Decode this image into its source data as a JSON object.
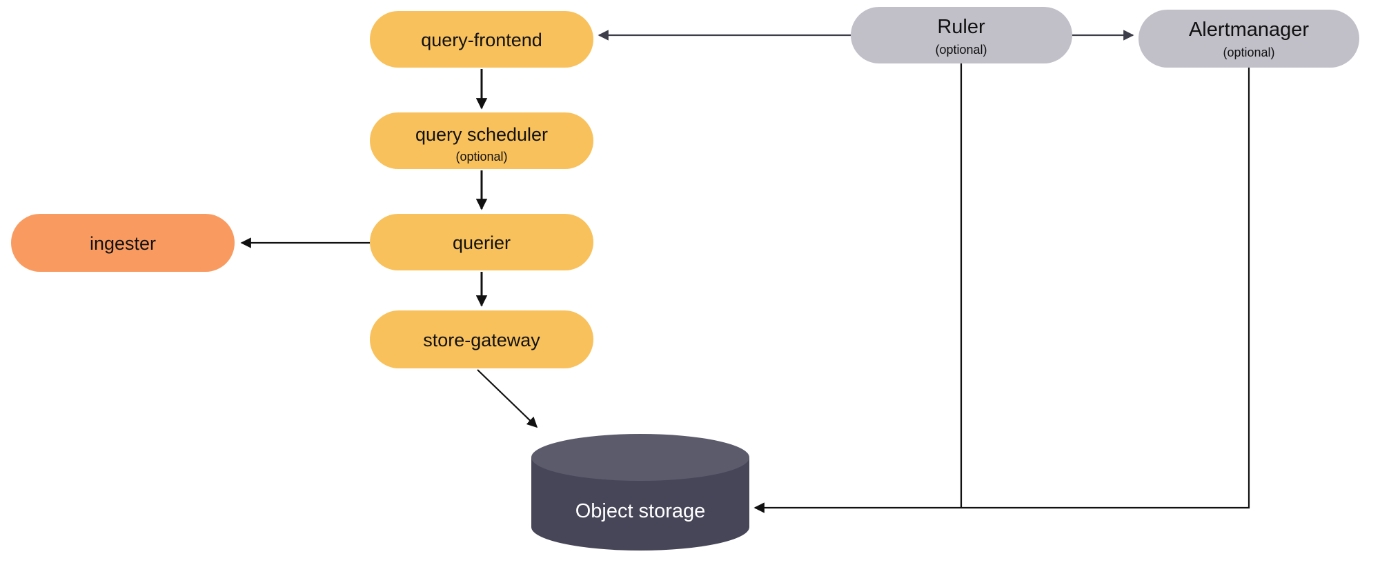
{
  "diagram": {
    "type": "architecture-flow",
    "background": "#FFFFFF",
    "colors": {
      "component_fill": "#F8C15C",
      "ingester_fill": "#F99B60",
      "optional_fill": "#C1C0C9",
      "storage_body_fill": "#474659",
      "storage_top_fill": "#5C5B6C",
      "edge_color": "#111111",
      "edge_muted_color": "#3E3D4A",
      "label_color": "#111111",
      "storage_label_color": "#FFFFFF"
    },
    "nodes": {
      "query_frontend": {
        "label": "query-frontend"
      },
      "query_scheduler": {
        "label": "query scheduler",
        "sublabel": "(optional)"
      },
      "querier": {
        "label": "querier"
      },
      "store_gateway": {
        "label": "store-gateway"
      },
      "ingester": {
        "label": "ingester"
      },
      "ruler": {
        "label": "Ruler",
        "sublabel": "(optional)"
      },
      "alertmanager": {
        "label": "Alertmanager",
        "sublabel": "(optional)"
      },
      "object_storage": {
        "label": "Object storage"
      }
    },
    "edges": [
      {
        "from": "ruler",
        "to": "query-frontend",
        "arrow": true
      },
      {
        "from": "ruler",
        "to": "alertmanager",
        "arrow": true
      },
      {
        "from": "query-frontend",
        "to": "query-scheduler",
        "arrow": true
      },
      {
        "from": "query-scheduler",
        "to": "querier",
        "arrow": true
      },
      {
        "from": "querier",
        "to": "ingester",
        "arrow": true
      },
      {
        "from": "querier",
        "to": "store-gateway",
        "arrow": true
      },
      {
        "from": "store-gateway",
        "to": "object-storage",
        "arrow": true
      },
      {
        "from": "ruler",
        "to": "object-storage",
        "arrow": false
      },
      {
        "from": "alertmanager",
        "to": "object-storage",
        "arrow": true
      }
    ]
  }
}
